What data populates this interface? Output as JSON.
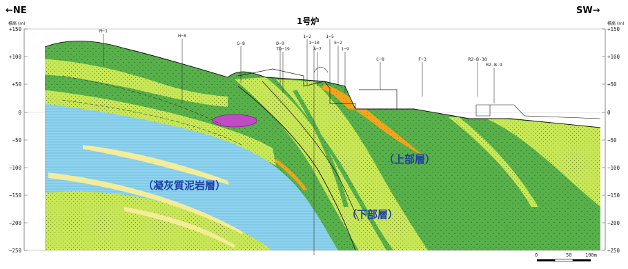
{
  "header": {
    "dir_left": "←NE",
    "dir_right": "SW→",
    "title": "1号炉"
  },
  "axes": {
    "unit_label": "標高 (m)",
    "ticks": [
      "+150",
      "+100",
      "+50",
      "0",
      "−50",
      "−100",
      "−150",
      "−200",
      "−250"
    ]
  },
  "boreholes": [
    "M−1",
    "H−8",
    "G−8",
    "D−9",
    "TD−19",
    "1−2",
    "1−10",
    "A−7",
    "1−5",
    "E−2",
    "1−9",
    "C−8",
    "F−3",
    "R2-B-38",
    "R2-B-9"
  ],
  "units": {
    "tuff_mudstone": "（凝灰質泥岩層）",
    "upper": "（上部層）",
    "lower": "（下部層）"
  },
  "scale": {
    "labels": [
      "0",
      "50",
      "100m"
    ]
  },
  "colors": {
    "dark_green": "#57b04a",
    "yellow_green": "#c9e857",
    "light_blue": "#8fd4ef",
    "orange": "#f2a51b",
    "magenta": "#c04bc4",
    "pale_yellow": "#f5ec9a",
    "unit_label": "#1d3fa6"
  }
}
